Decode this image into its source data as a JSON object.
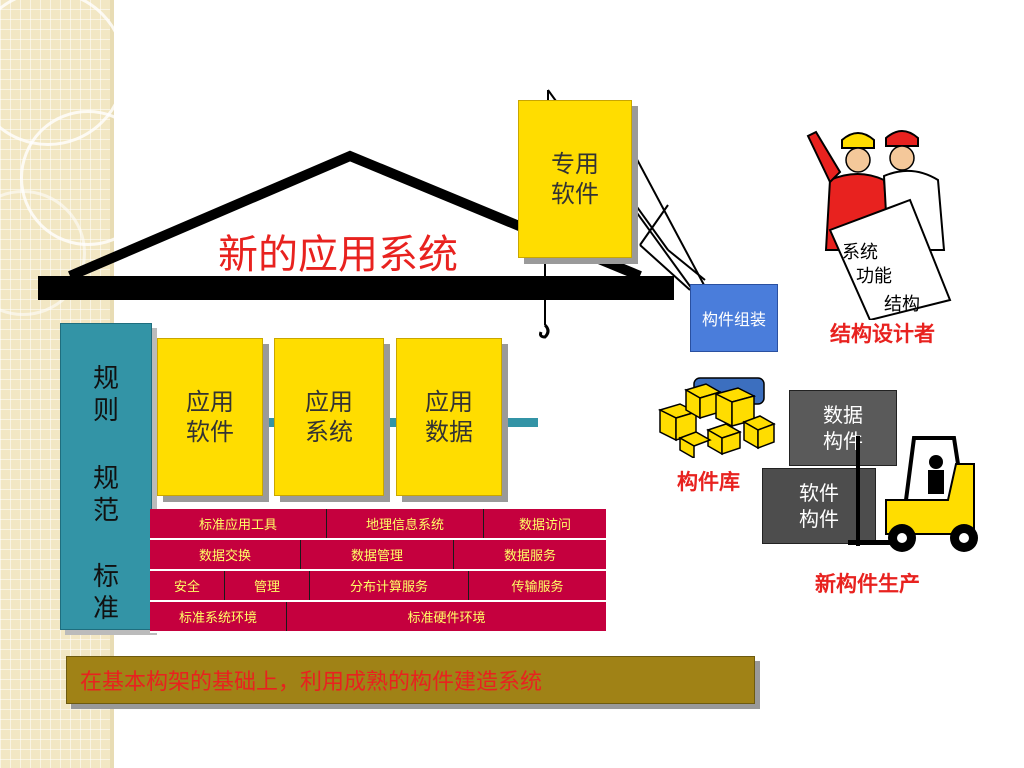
{
  "roof": {
    "title": "新的应用系统"
  },
  "special_software": {
    "line1": "专用",
    "line2": "软件"
  },
  "pillar": {
    "lines": [
      "规",
      "则",
      "规",
      "范",
      "标",
      "准"
    ]
  },
  "app_boxes": [
    {
      "line1": "应用",
      "line2": "软件"
    },
    {
      "line1": "应用",
      "line2": "系统"
    },
    {
      "line1": "应用",
      "line2": "数据"
    }
  ],
  "grid": {
    "row1": [
      "标准应用工具",
      "地理信息系统",
      "数据访问"
    ],
    "row2": [
      "数据交换",
      "数据管理",
      "数据服务"
    ],
    "row3": [
      "安全",
      "管理",
      "分布计算服务",
      "传输服务"
    ],
    "row4": [
      "标准系统环境",
      "标准硬件环境"
    ]
  },
  "footer": {
    "text": "在基本构架的基础上，利用成熟的构件建造系统"
  },
  "assembly": {
    "label": "构件组装"
  },
  "library": {
    "label": "构件库"
  },
  "designer": {
    "label": "结构设计者",
    "paper_lines": [
      "系统",
      "功能",
      "结构"
    ]
  },
  "production": {
    "label": "新构件生产",
    "data_parts": {
      "line1": "数据",
      "line2": "构件"
    },
    "software_parts": {
      "line1": "软件",
      "line2": "构件"
    }
  },
  "colors": {
    "accent_red": "#e8221f",
    "yellow": "#ffdd00",
    "teal": "#3394a6",
    "crimson": "#c5003e",
    "olive": "#a08216"
  }
}
